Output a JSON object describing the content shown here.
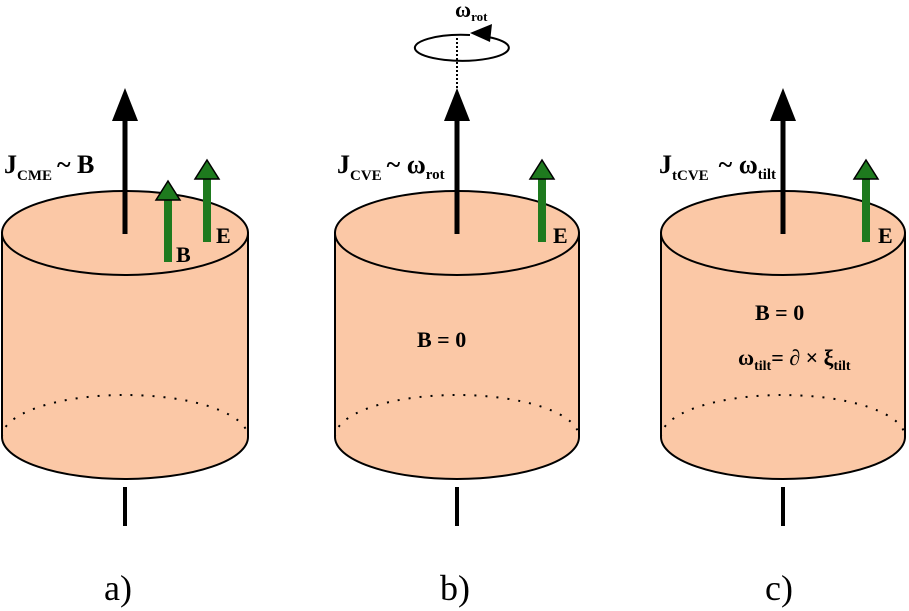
{
  "colors": {
    "cylinder_fill": "#fbc8a6",
    "outline": "#000000",
    "field_arrow": "#1e7a1e",
    "axis_arrow": "#000000"
  },
  "panels": {
    "a": {
      "letter": "a)",
      "current_J": "J",
      "current_sub": "CME",
      "current_rel": "~ B",
      "field_B": "B",
      "field_E": "E"
    },
    "b": {
      "letter": "b)",
      "current_J": "J",
      "current_sub": "CVE",
      "current_rel": "~ ω",
      "current_rel_sub": "rot",
      "rotation_symbol": "ω",
      "rotation_sub": "rot",
      "field_E": "E",
      "condition": "B = 0"
    },
    "c": {
      "letter": "c)",
      "current_J": "J",
      "current_sub": "tCVE",
      "current_rel": "~ ω",
      "current_rel_sub": "tilt",
      "field_E": "E",
      "condition": "B = 0",
      "vorticity_lhs": "ω",
      "vorticity_lhs_sub": "tilt",
      "vorticity_rhs": "= ∂ × ξ",
      "vorticity_rhs_sub": "tilt"
    }
  }
}
